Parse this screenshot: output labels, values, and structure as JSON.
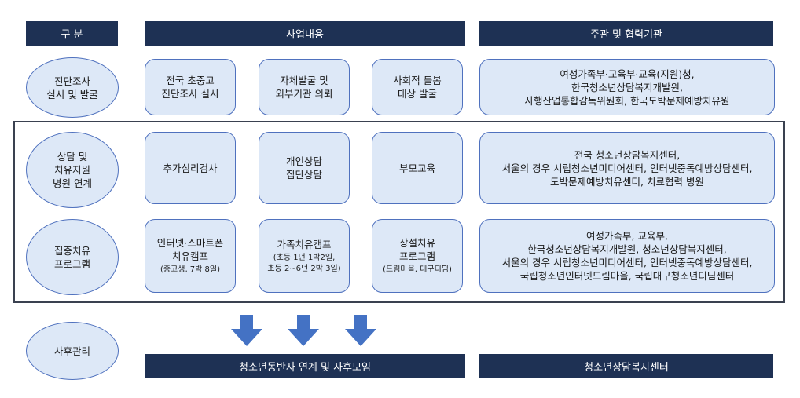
{
  "headers": {
    "category": "구 분",
    "business": "사업내용",
    "agency": "주관 및 협력기관"
  },
  "rows": {
    "diagnosis": {
      "label": "진단조사\n실시 및 발굴",
      "items": [
        "전국 초중고\n진단조사 실시",
        "자체발굴 및\n외부기관 의뢰",
        "사회적 돌봄\n대상 발굴"
      ],
      "agency": "여성가족부·교육부·교육(지원)청,\n한국청소년상담복지개발원,\n사행산업통합감독위원회, 한국도박문제예방치유원"
    },
    "counseling": {
      "label": "상담 및\n치유지원\n병원 연계",
      "items": [
        "추가심리검사",
        "개인상담\n집단상담",
        "부모교육"
      ],
      "agency": "전국 청소년상담복지센터,\n서울의 경우 시립청소년미디어센터, 인터넷중독예방상담센터,\n도박문제예방치유센터, 치료협력 병원"
    },
    "intensive": {
      "label": "집중치유\n프로그램",
      "items": [
        {
          "title": "인터넷·스마트폰\n치유캠프",
          "sub": "(중고생, 7박 8일)"
        },
        {
          "title": "가족치유캠프",
          "sub": "(초등 1년 1박2일,\n초등 2~6년 2박 3일)"
        },
        {
          "title": "상설치유\n프로그램",
          "sub": "(드림마을, 대구디딤)"
        }
      ],
      "agency": "여성가족부, 교육부,\n한국청소년상담복지개발원, 청소년상담복지센터,\n서울의 경우 시립청소년미디어센터, 인터넷중독예방상담센터,\n국립청소년인터넷드림마을, 국립대구청소년디딤센터"
    },
    "aftercare": {
      "label": "사후관리",
      "business": "청소년동반자 연계 및 사후모임",
      "agency": "청소년상담복지센터"
    }
  },
  "colors": {
    "header_bg": "#1e3154",
    "box_fill": "#dde8f7",
    "box_border": "#4f71be",
    "arrow": "#4472c4"
  },
  "icons": [
    "down-arrow-icon"
  ]
}
